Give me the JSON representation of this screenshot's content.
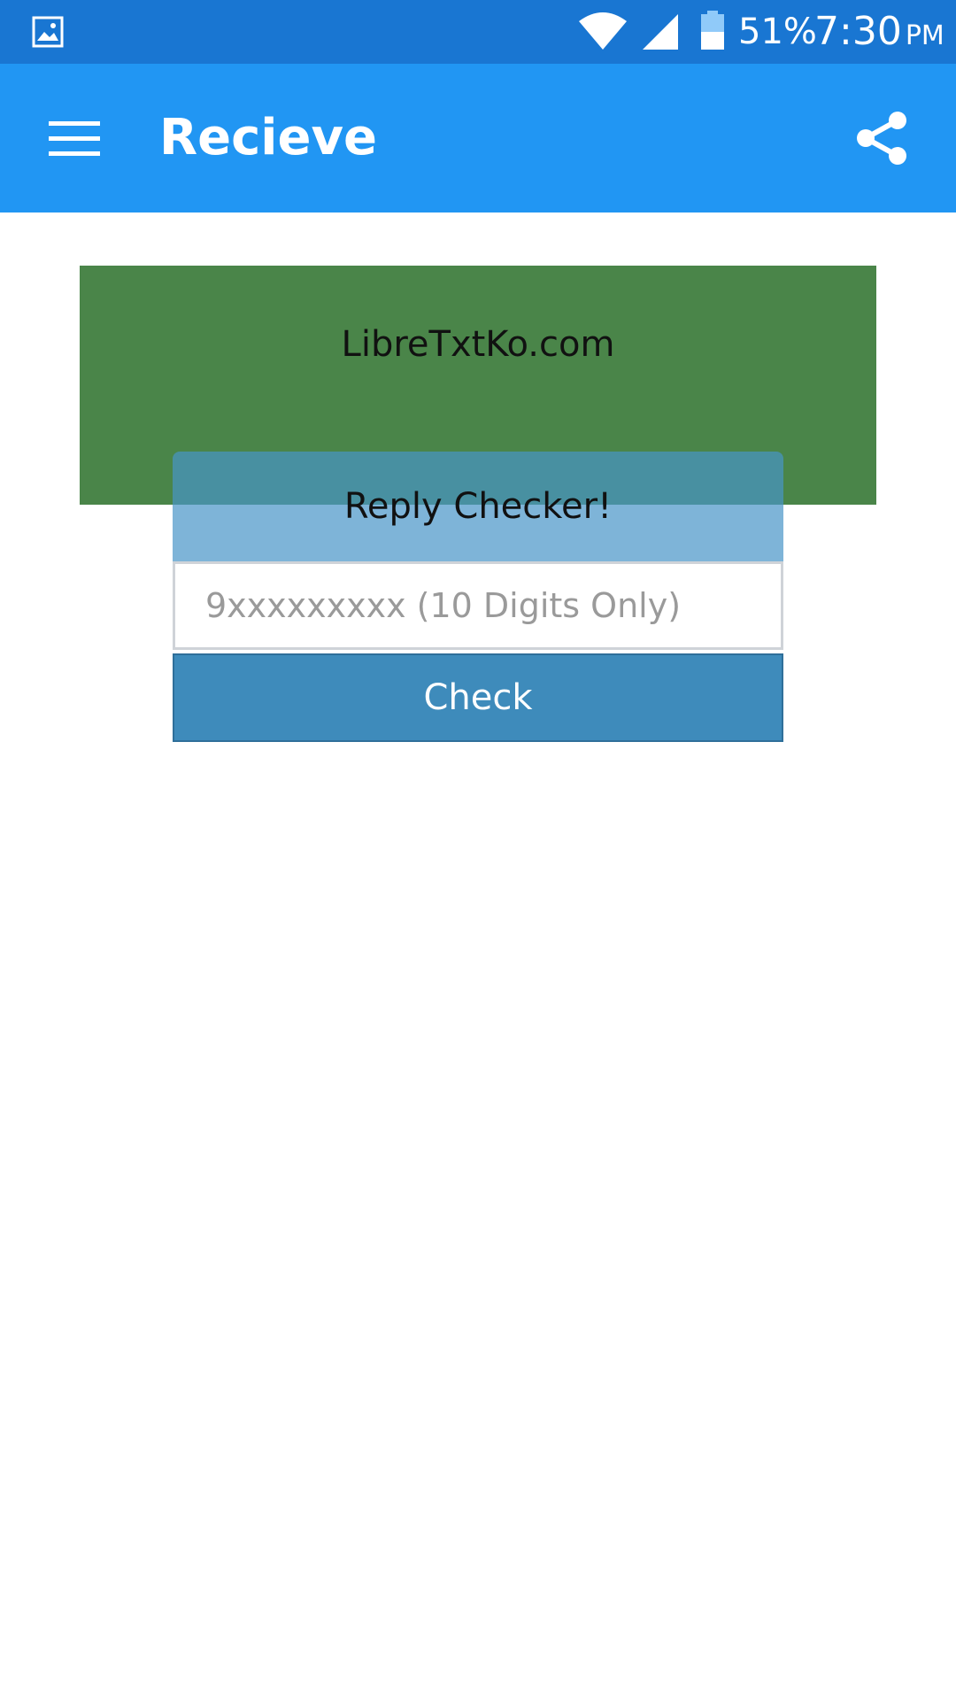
{
  "status_bar": {
    "notification_icon": "image-icon",
    "wifi_icon": "wifi-icon",
    "signal_icon": "cell-signal-icon",
    "battery_icon": "battery-icon",
    "battery_percent": "51%",
    "time": "7:30",
    "ampm": "PM"
  },
  "app_bar": {
    "menu_icon": "hamburger-menu-icon",
    "title": "Recieve",
    "share_icon": "share-icon"
  },
  "banner": {
    "text": "LibreTxtKo.com"
  },
  "reply_checker": {
    "heading": "Reply Checker!",
    "input_placeholder": "9xxxxxxxxx (10 Digits Only)",
    "input_value": "",
    "button_label": "Check"
  },
  "colors": {
    "status_bar": "#1976D2",
    "app_bar": "#2196F3",
    "banner": "#4A8549",
    "button": "#3E8BBB"
  }
}
